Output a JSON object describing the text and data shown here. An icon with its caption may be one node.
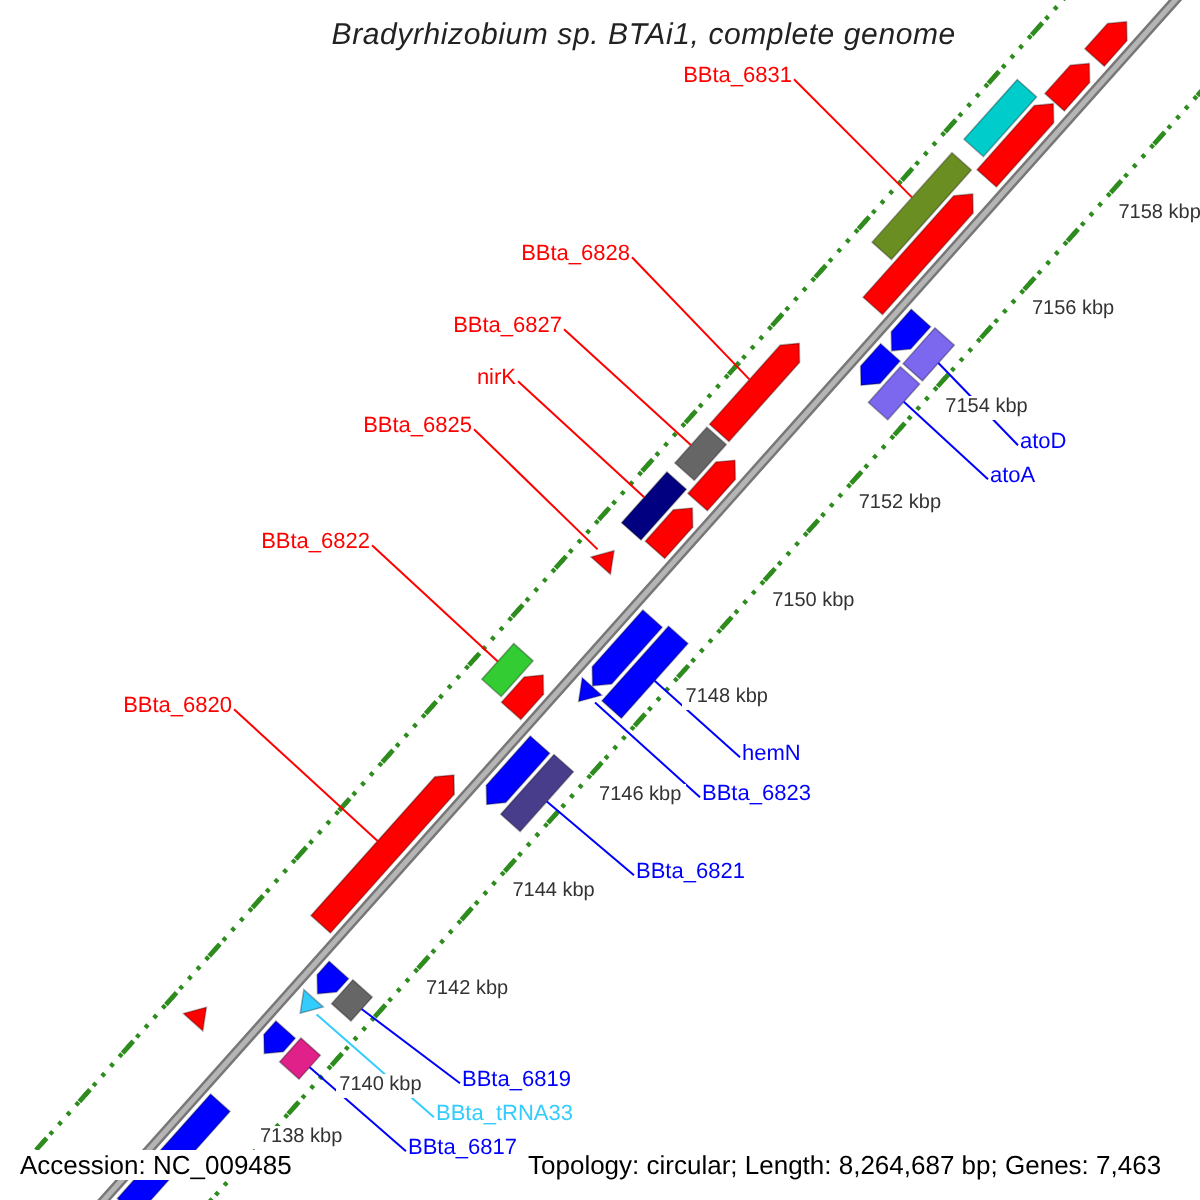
{
  "diagram": {
    "title": "Bradyrhizobium sp. BTAi1, complete genome",
    "nodes": [
      {
        "text": [
          "BBta_6831"
        ]
      },
      {
        "text": [
          "BBta_6828"
        ]
      },
      {
        "text": [
          "BBta_6827"
        ]
      },
      {
        "text": [
          "nirK"
        ]
      },
      {
        "text": [
          "BBta_6825"
        ]
      },
      {
        "text": [
          "BBta_6822"
        ]
      },
      {
        "text": [
          "BBta_6820"
        ]
      },
      {
        "text": [
          "atoD"
        ]
      },
      {
        "text": [
          "atoA"
        ]
      },
      {
        "text": [
          "hemN"
        ]
      },
      {
        "text": [
          "BBta_6823"
        ]
      },
      {
        "text": [
          "BBta_6821"
        ]
      },
      {
        "text": [
          "BBta_6819"
        ]
      },
      {
        "text": [
          "BBta_tRNA33"
        ]
      },
      {
        "text": [
          "BBta_6817"
        ]
      },
      {
        "text": [],
        "shape": "box"
      },
      {
        "text": [],
        "shape": "pentagon"
      },
      {
        "text": [],
        "shape": "box"
      },
      {
        "text": [],
        "shape": "box"
      },
      {
        "text": [],
        "shape": "triangle"
      },
      {
        "text": [],
        "shape": "box"
      },
      {
        "text": [],
        "shape": "pentagon"
      },
      {
        "text": [],
        "shape": "box"
      },
      {
        "text": [],
        "shape": "box"
      },
      {
        "text": [],
        "shape": "box"
      },
      {
        "text": [],
        "shape": "triangle"
      },
      {
        "text": [],
        "shape": "box"
      },
      {
        "text": [],
        "shape": "box"
      },
      {
        "text": [],
        "shape": "triangle"
      },
      {
        "text": [],
        "shape": "box"
      },
      {
        "text": [],
        "shape": "pentagon"
      },
      {
        "text": [],
        "shape": "pentagon"
      },
      {
        "text": [],
        "shape": "pentagon"
      },
      {
        "text": [],
        "shape": "pentagon"
      },
      {
        "text": [],
        "shape": "pentagon"
      },
      {
        "text": [],
        "shape": "pentagon"
      },
      {
        "text": [],
        "shape": "pentagon"
      },
      {
        "text": [],
        "shape": "triangle"
      },
      {
        "text": [],
        "shape": "box"
      },
      {
        "text": [],
        "shape": "pentagon"
      },
      {
        "text": [],
        "shape": "pentagon"
      },
      {
        "text": [],
        "shape": "pentagon"
      },
      {
        "text": [],
        "shape": "pentagon"
      },
      {
        "text": [],
        "shape": "pentagon"
      },
      {
        "text": [],
        "shape": "pentagon"
      },
      {
        "text": [],
        "shape": "box"
      }
    ],
    "edges": [
      {
        "from": 0,
        "to": 15,
        "arrow": "none"
      },
      {
        "from": 1,
        "to": 16,
        "arrow": "none"
      },
      {
        "from": 2,
        "to": 17,
        "arrow": "none"
      },
      {
        "from": 3,
        "to": 18,
        "arrow": "none"
      },
      {
        "from": 4,
        "to": 19,
        "arrow": "none"
      },
      {
        "from": 5,
        "to": 20,
        "arrow": "none"
      },
      {
        "from": 6,
        "to": 21,
        "arrow": "none"
      },
      {
        "from": 7,
        "to": 22,
        "arrow": "none",
        "color": "#0000ff"
      },
      {
        "from": 8,
        "to": 23,
        "arrow": "none",
        "color": "#0000ff"
      },
      {
        "from": 9,
        "to": 24,
        "arrow": "none",
        "color": "#0000ff"
      },
      {
        "from": 10,
        "to": 25,
        "arrow": "none",
        "color": "#0000ff"
      },
      {
        "from": 11,
        "to": 26,
        "arrow": "none",
        "color": "#0000ff"
      },
      {
        "from": 12,
        "to": 27,
        "arrow": "none",
        "color": "#0000ff"
      },
      {
        "from": 13,
        "to": 28,
        "arrow": "none",
        "color": "#33ccff"
      },
      {
        "from": 14,
        "to": 29,
        "arrow": "none",
        "color": "#0000ff"
      }
    ],
    "labels": [
      "7158 kbp",
      "7156 kbp",
      "7154 kbp",
      "7152 kbp",
      "7150 kbp",
      "7148 kbp",
      "7146 kbp",
      "7144 kbp",
      "7142 kbp",
      "7140 kbp",
      "7138 kbp",
      "Accession: NC_009485",
      "Topology: circular; Length: 8,264,687 bp; Genes: 7,463"
    ]
  }
}
